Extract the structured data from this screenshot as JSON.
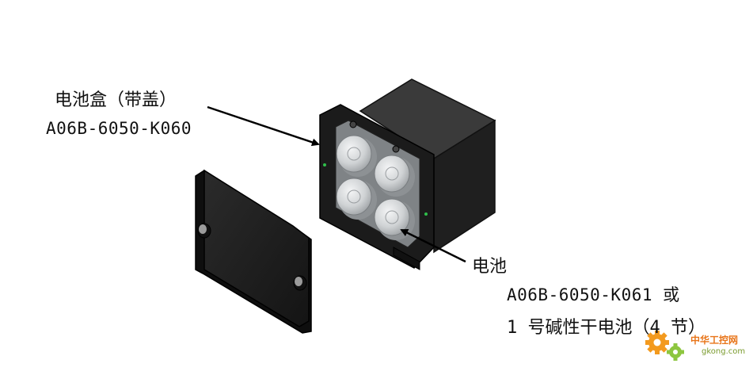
{
  "labels": {
    "battery_box_title": "电池盒（带盖）",
    "battery_box_code": "A06B-6050-K060",
    "battery_title": "电池",
    "battery_code": "A06B-6050-K061 或",
    "battery_alt": "1 号碱性干电池（4 节）"
  },
  "watermark": {
    "site_name": "中华工控网",
    "url": "gkong.com",
    "gear_color_orange": "#f39a1e",
    "gear_color_green": "#8dc63f"
  },
  "colors": {
    "body_dark": "#1d1d1d",
    "body_side": "#2a2a2a",
    "cell_silver": "#cfd2d4",
    "indicator_green": "#2fbf4a"
  }
}
